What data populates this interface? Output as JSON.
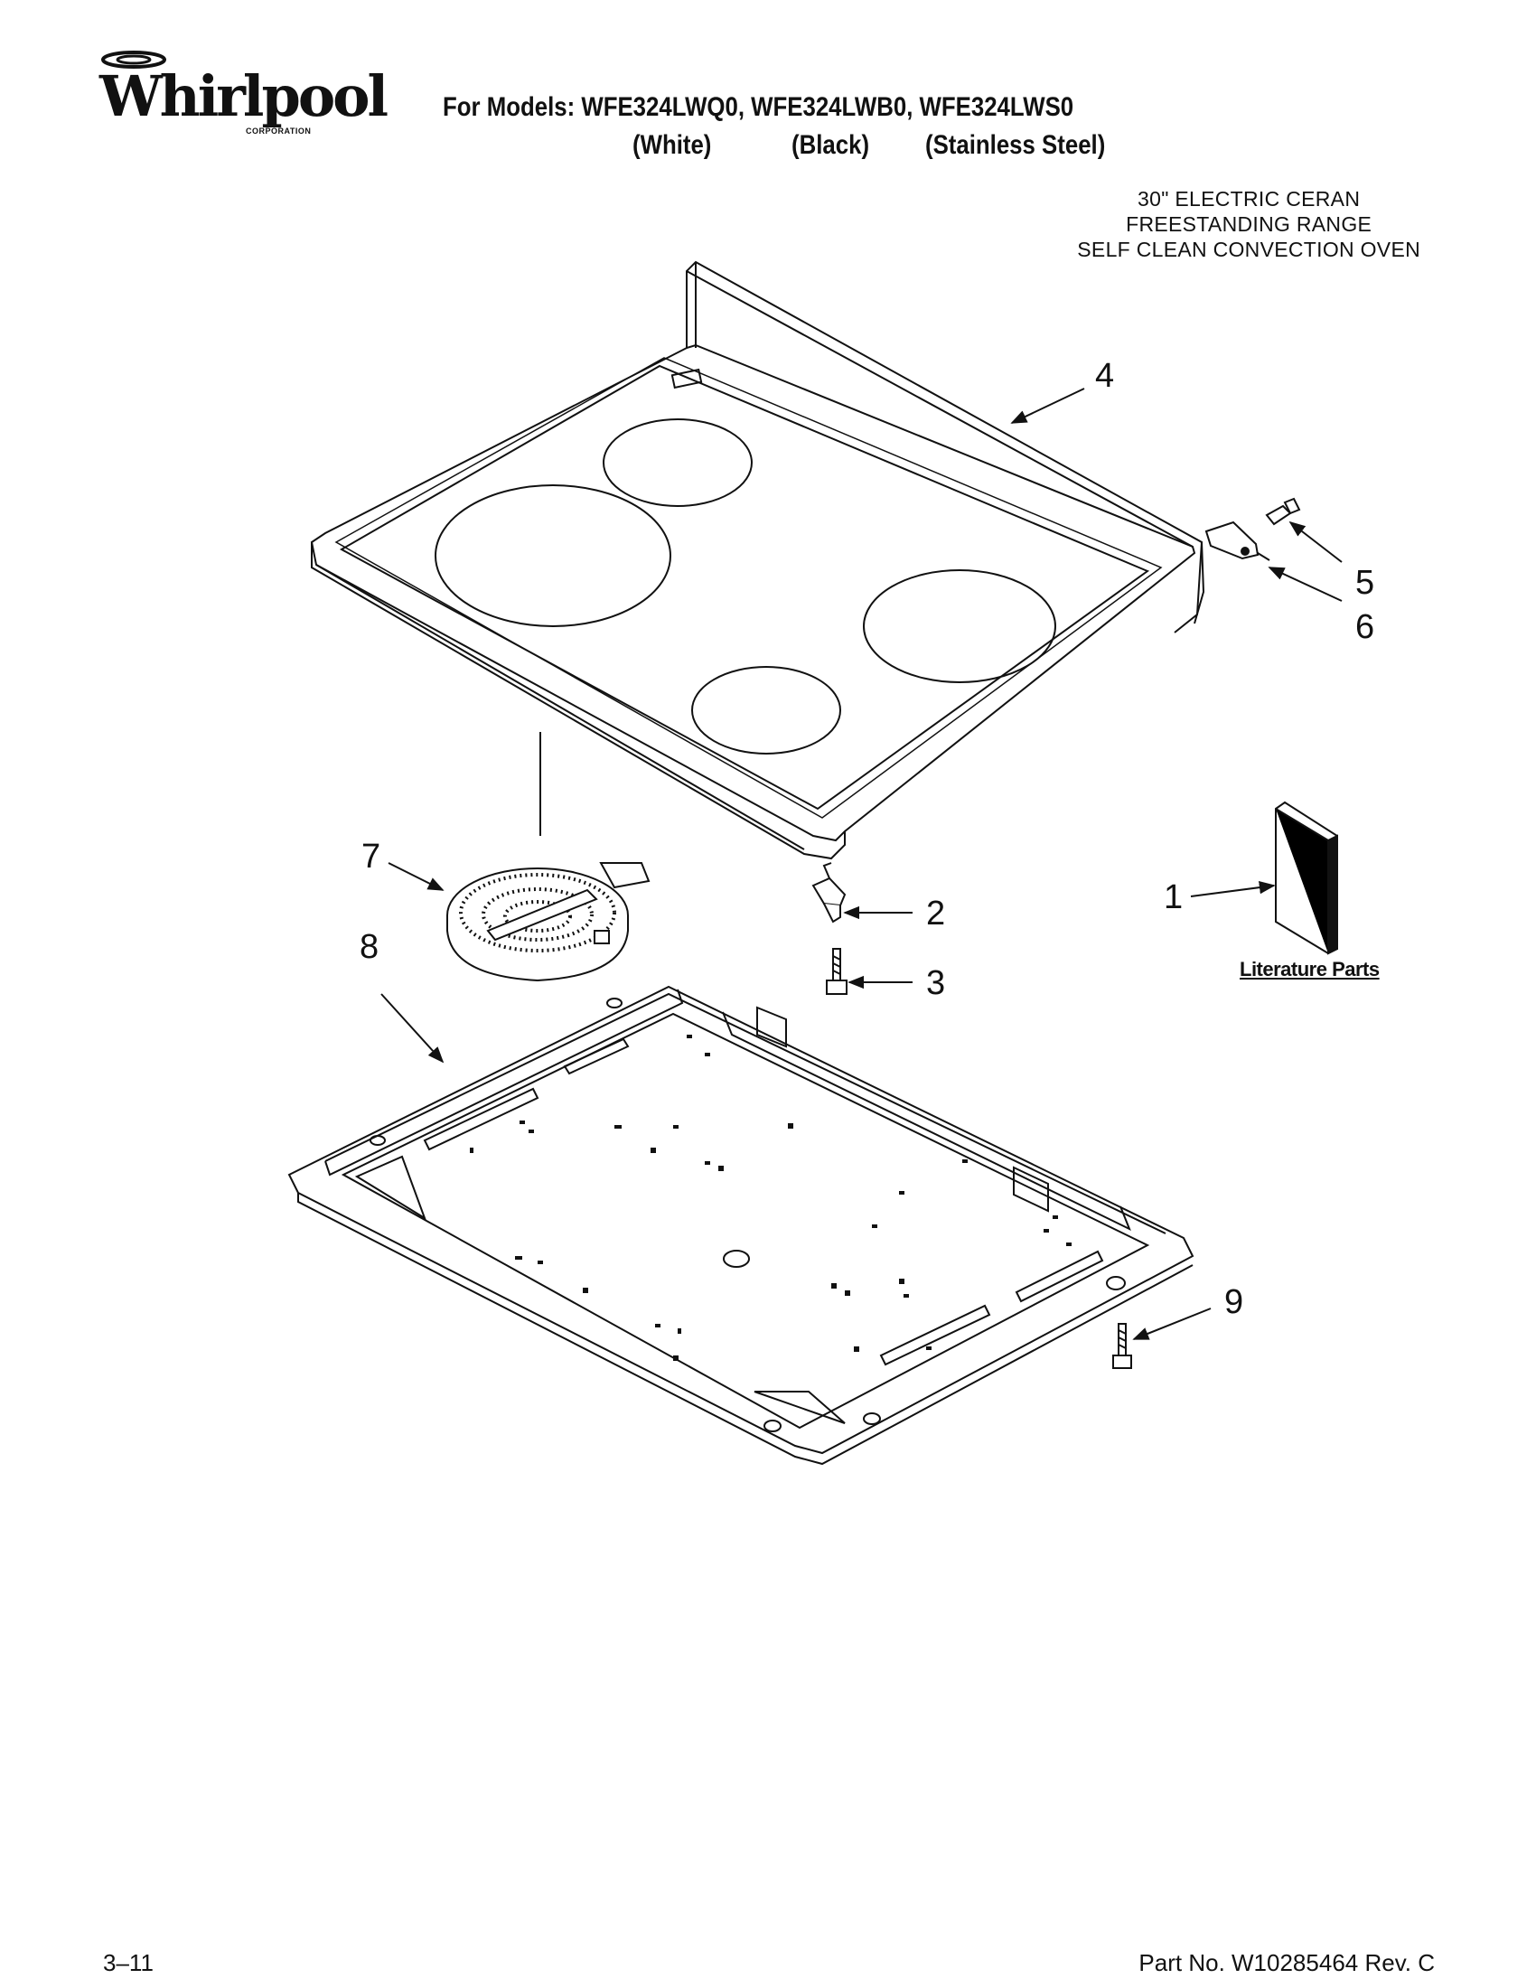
{
  "header": {
    "brand_logo_text": "Whirlpool",
    "brand_logo_subtext": "CORPORATION",
    "models_line": "For Models: WFE324LWQ0, WFE324LWB0, WFE324LWS0",
    "color_white": "(White)",
    "color_black": "(Black)",
    "color_stainless": "(Stainless Steel)",
    "product_line1": "30\" ELECTRIC CERAN",
    "product_line2": "FREESTANDING RANGE",
    "product_line3": "SELF CLEAN CONVECTION OVEN"
  },
  "callouts": {
    "c1": "1",
    "c2": "2",
    "c3": "3",
    "c4": "4",
    "c5": "5",
    "c6": "6",
    "c7": "7",
    "c8": "8",
    "c9": "9"
  },
  "literature_label": "Literature Parts",
  "footer": {
    "page_code": "3–11",
    "part_number": "Part No. W10285464 Rev. C"
  }
}
